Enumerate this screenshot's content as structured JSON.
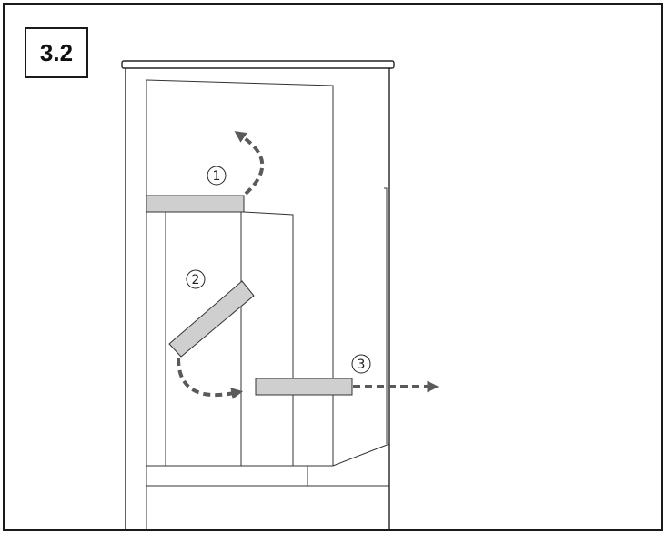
{
  "figure": {
    "step_label": "3.2",
    "markers": [
      {
        "number": "1"
      },
      {
        "number": "2"
      },
      {
        "number": "3"
      }
    ]
  },
  "colors": {
    "line": "#222222",
    "shelf_fill": "#cfcfcf",
    "arrow": "#5a5a5a"
  },
  "icons": {
    "arrow_1": "curved-arrow-up-icon",
    "arrow_2": "curved-arrow-right-icon",
    "arrow_3": "straight-arrow-right-icon"
  }
}
